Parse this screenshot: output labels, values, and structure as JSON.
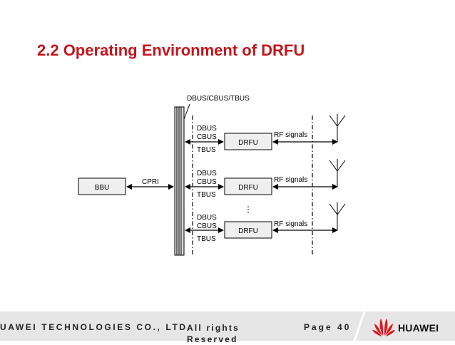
{
  "slide": {
    "title": "2.2 Operating Environment of DRFU"
  },
  "diagram": {
    "bus_label": "DBUS/CBUS/TBUS",
    "bbu_label": "BBU",
    "cpri_label": "CPRI",
    "ellipsis": "⋮",
    "units": [
      {
        "dbus": "DBUS",
        "cbus": "CBUS",
        "tbus": "TBUS",
        "module": "DRFU",
        "rf": "RF signals"
      },
      {
        "dbus": "DBUS",
        "cbus": "CBUS",
        "tbus": "TBUS",
        "module": "DRFU",
        "rf": "RF signals"
      },
      {
        "dbus": "DBUS",
        "cbus": "CBUS",
        "tbus": "TBUS",
        "module": "DRFU",
        "rf": "RF signals"
      }
    ]
  },
  "footer": {
    "company": "UAWEI TECHNOLOGIES CO., LTD.",
    "rights": "All rights Reserved",
    "page": "Page 40",
    "logo_text": "HUAWEI",
    "logo_icon": "huawei-petal-logo"
  },
  "colors": {
    "title": "#c4161c",
    "logo_red": "#e0151f",
    "footer_bg": "#e6e6e6",
    "module_fill": "#efefef"
  }
}
